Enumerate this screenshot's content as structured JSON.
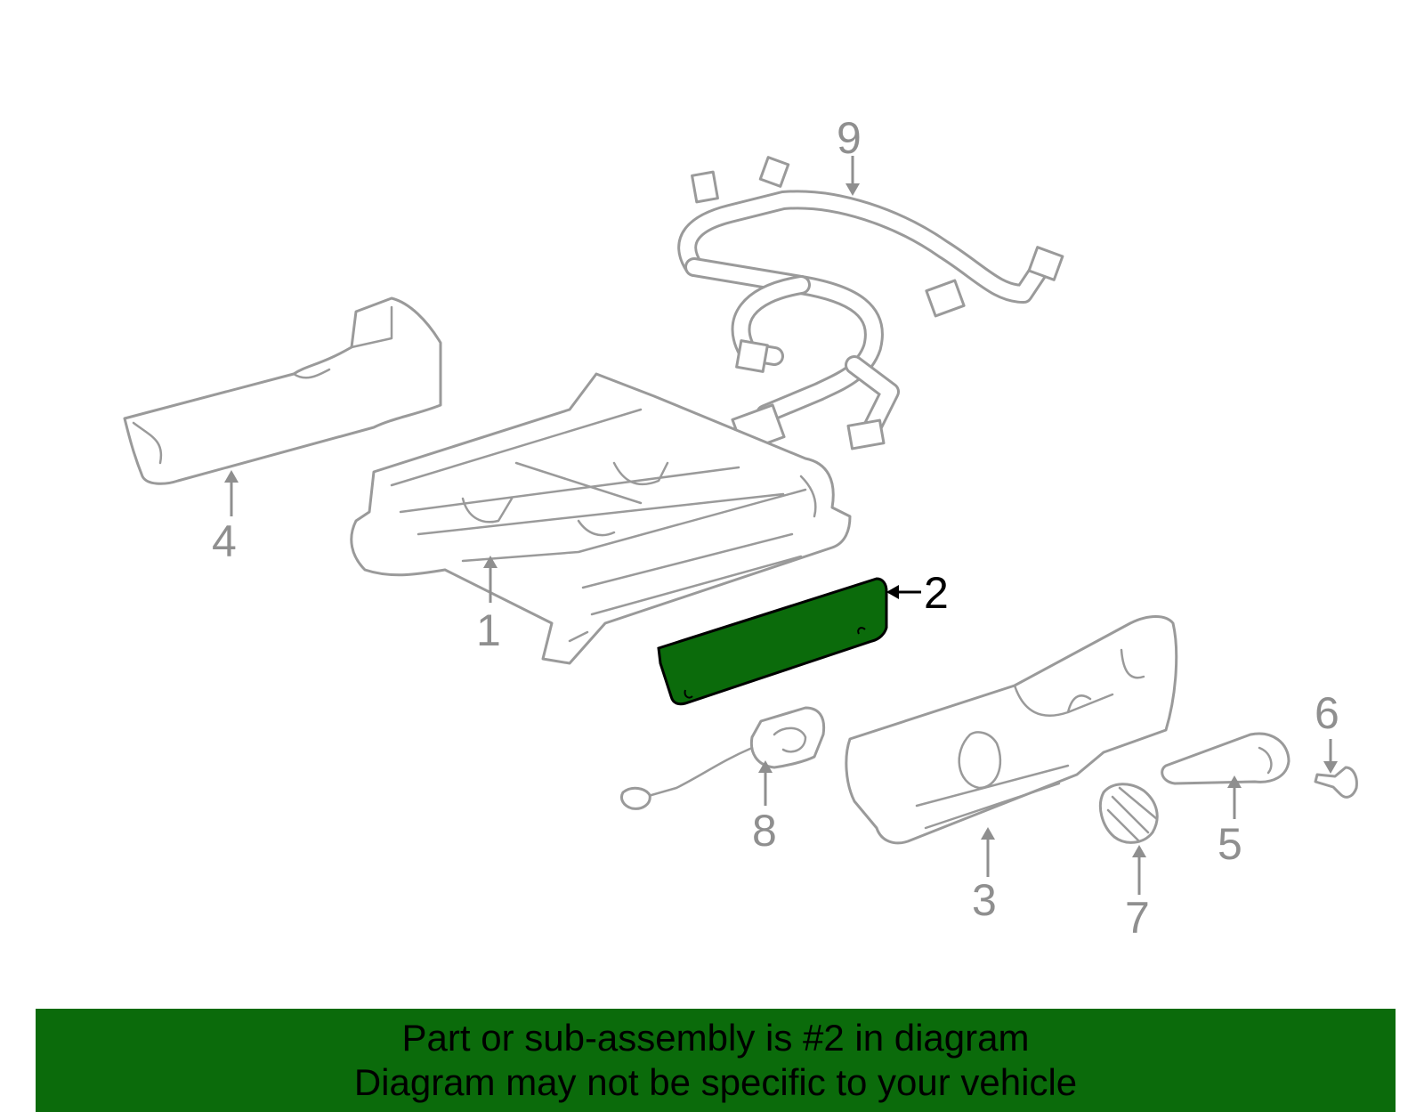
{
  "colors": {
    "highlight": "#0b6b0b",
    "banner": "#0b6b0b",
    "part_stroke": "#9a9a9a",
    "callout_inactive": "#8f8f8f",
    "callout_active": "#000000"
  },
  "highlighted_part": "2",
  "callouts": [
    {
      "label": "1"
    },
    {
      "label": "2"
    },
    {
      "label": "3"
    },
    {
      "label": "4"
    },
    {
      "label": "5"
    },
    {
      "label": "6"
    },
    {
      "label": "7"
    },
    {
      "label": "8"
    },
    {
      "label": "9"
    }
  ],
  "banner": {
    "line1": "Part or sub-assembly is #2 in diagram",
    "line2": "Diagram may not be specific to your vehicle"
  }
}
